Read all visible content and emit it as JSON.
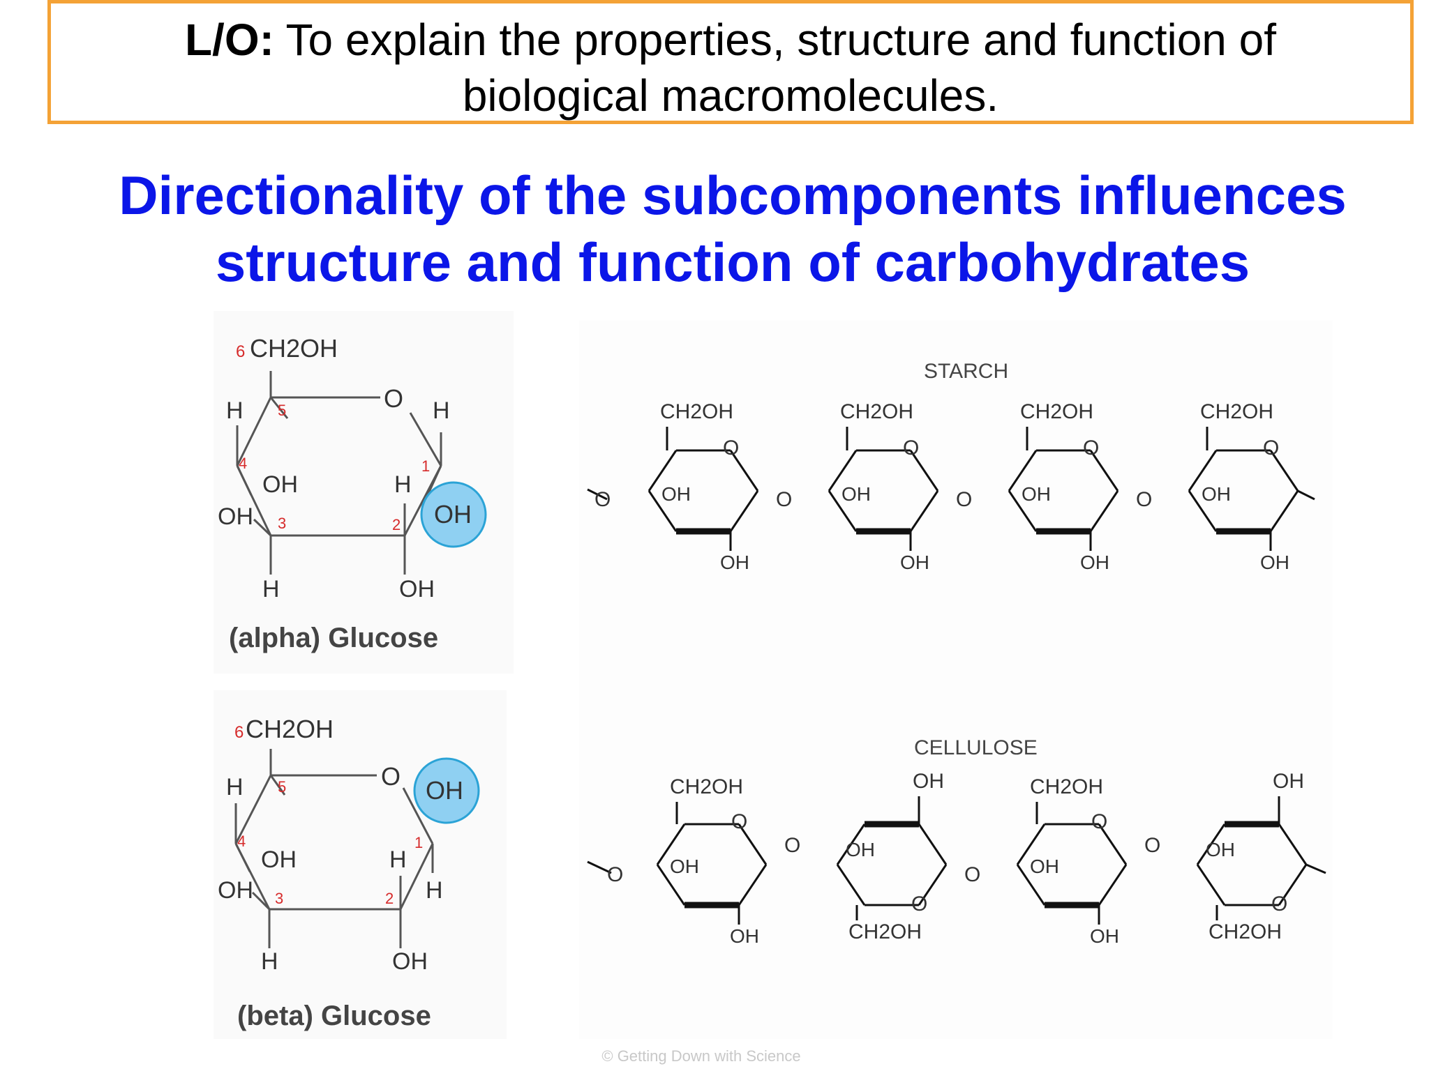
{
  "objective": {
    "label": "L/O:",
    "line1": "To explain the properties, structure and function of",
    "line2": "biological macromolecules."
  },
  "headline": {
    "line1": "Directionality of the subcomponents influences",
    "line2": "structure and function of carbohydrates"
  },
  "alpha": {
    "caption": "(alpha) Glucose",
    "ch2oh": "CH2OH",
    "oh": "OH",
    "h": "H",
    "o": "O",
    "numbers": [
      "1",
      "2",
      "3",
      "4",
      "5",
      "6"
    ]
  },
  "beta": {
    "caption": "(beta) Glucose",
    "ch2oh": "CH2OH",
    "oh": "OH",
    "h": "H",
    "o": "O",
    "numbers": [
      "1",
      "2",
      "3",
      "4",
      "5",
      "6"
    ]
  },
  "starch": {
    "title": "STARCH",
    "ch2oh": "CH2OH",
    "oh": "OH",
    "o": "O"
  },
  "cellulose": {
    "title": "CELLULOSE",
    "ch2oh": "CH2OH",
    "oh": "OH",
    "o": "O"
  },
  "colors": {
    "border": "#f4a236",
    "headline": "#0b16e8",
    "highlight_fill": "#8fd0f2",
    "highlight_stroke": "#2ba3d6",
    "number": "#d62b2b"
  },
  "footer": "© Getting Down with Science"
}
